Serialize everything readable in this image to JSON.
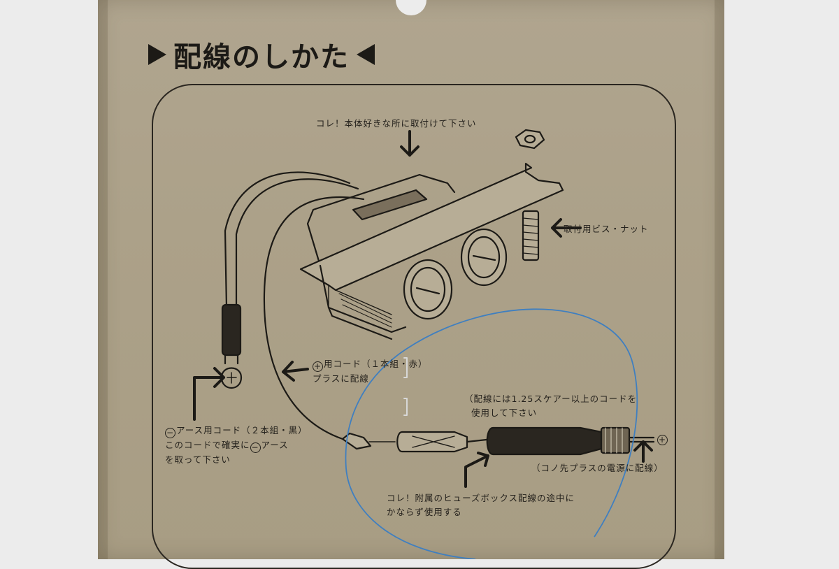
{
  "title": "配線のしかた",
  "labels": {
    "mount_here": "コレ！本体好きな所に取付けて下さい",
    "mount_screw": "取付用ビス・ナット",
    "plus_cord_1": "用コード（１本組・赤）",
    "plus_cord_2": "プラスに配線",
    "earth_cord_1": "アース用コード（２本組・黒）",
    "earth_cord_2a": "このコードで確実に",
    "earth_cord_2b": "アース",
    "earth_cord_3": "を取って下さい",
    "wire_spec_1": "（配線には1.25スケアー以上のコードを",
    "wire_spec_2": "使用して下さい",
    "plus_end": "（コノ先プラスの電源に配線）",
    "fuse_1": "コレ！附属のヒューズボックス配線の途中に",
    "fuse_2": "かならず使用する",
    "plus_symbol": "+",
    "minus_symbol": "−"
  },
  "colors": {
    "card": "#aca189",
    "ink": "#1c1a16",
    "pen": "#3f7fc0"
  }
}
